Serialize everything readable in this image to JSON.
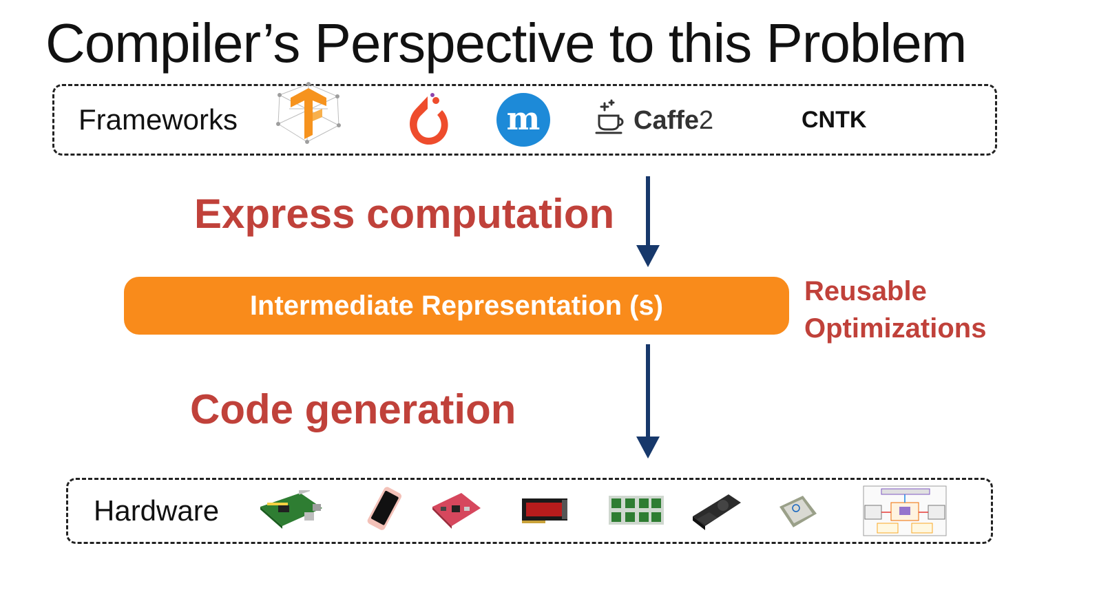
{
  "title": "Compiler’s Perspective to this Problem",
  "frameworks": {
    "label": "Frameworks",
    "logos": [
      "tensorflow-logo",
      "pytorch-logo",
      "mxnet-logo",
      "caffe2-logo",
      "cntk-logo"
    ],
    "caffe2_text": "Caffe",
    "caffe2_num": "2",
    "cntk_text": "CNTK"
  },
  "steps": {
    "express": "Express computation",
    "codegen": "Code generation"
  },
  "ir": {
    "label": "Intermediate Representation (s)"
  },
  "reusable": {
    "line1": "Reusable",
    "line2": "Optimizations"
  },
  "hardware": {
    "label": "Hardware",
    "items": [
      "raspberry-pi-board",
      "smartphone",
      "fpga-board",
      "amd-gpu-card",
      "asic-board",
      "nvidia-gpu-card",
      "intel-cpu-chip",
      "accelerator-block-diagram"
    ]
  },
  "colors": {
    "accent_red": "#c0413a",
    "ir_orange": "#f98b1b",
    "arrow_navy": "#17386b",
    "tensorflow_orange": "#f6931e",
    "pytorch_red": "#ee4c2c",
    "mxnet_blue": "#1d8ad8"
  }
}
